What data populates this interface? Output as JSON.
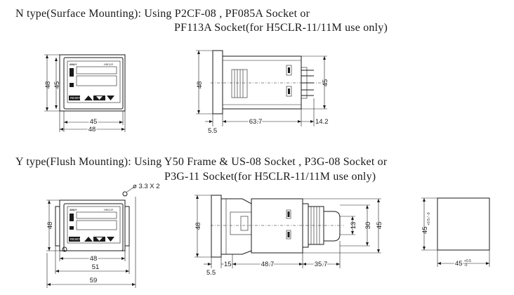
{
  "captions": {
    "n_line1": "N type(Surface Mounting): Using P2CF-08 , PF085A Socket or",
    "n_line2": "PF113A Socket(for H5CLR-11/11M use only)",
    "y_line1": "Y type(Flush Mounting): Using Y50 Frame & US-08 Socket , P3G-08 Socket or",
    "y_line2": "P3G-11 Socket(for H5CLR-11/11M use only)"
  },
  "device": {
    "brand": "ANLY",
    "model": "H5CLR",
    "reset": "RESET"
  },
  "n_type": {
    "front_width": "45",
    "front_outer_width": "48",
    "front_height_outer": "48",
    "front_height_inner": "45",
    "side_height": "48",
    "side_height_right": "45",
    "side_depth_a": "5.5",
    "side_depth_b": "63.7",
    "side_depth_c": "14.2"
  },
  "y_type": {
    "hole": "ø 3.3 X 2",
    "front_height": "48",
    "front_w1": "48",
    "front_w2": "51",
    "front_w3": "59",
    "side_height": "48",
    "side_h_13": "13",
    "side_h_30": "30",
    "side_h_45": "45",
    "side_a": "5.5",
    "side_b": "15",
    "side_c": "48.7",
    "side_d": "35.7",
    "cutout_h": "45",
    "cutout_h_tol": "+0.5 / -0",
    "cutout_w": "45",
    "cutout_w_tol_top": "+0.5",
    "cutout_w_tol_bottom": "-0"
  }
}
